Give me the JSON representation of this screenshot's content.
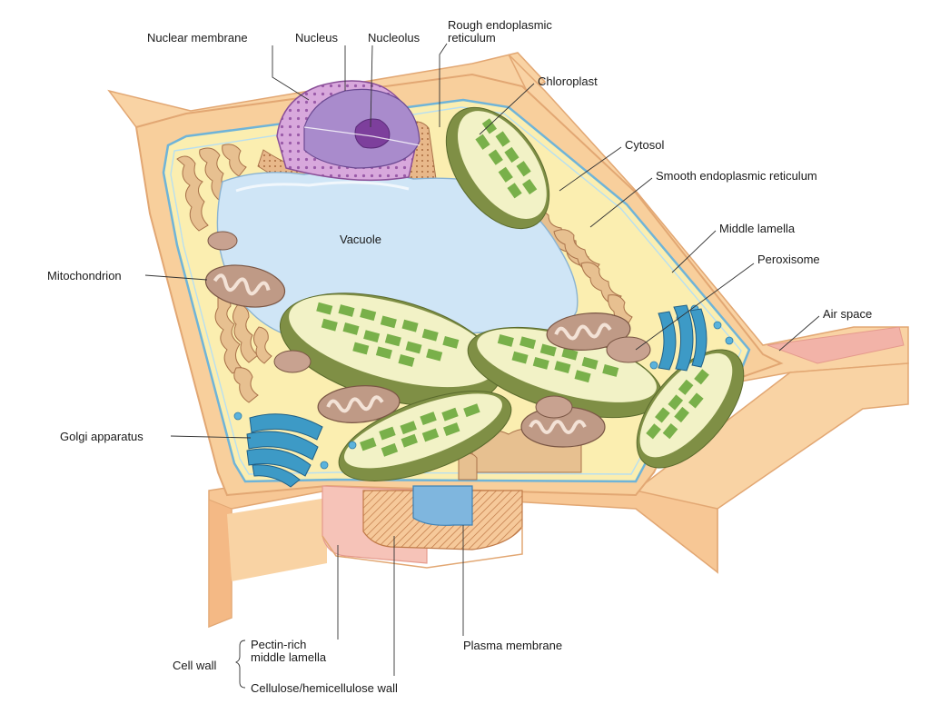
{
  "labels": {
    "nuclear_membrane": "Nuclear membrane",
    "nucleus": "Nucleus",
    "nucleolus": "Nucleolus",
    "rough_er_line1": "Rough endoplasmic",
    "rough_er_line2": "reticulum",
    "chloroplast": "Chloroplast",
    "cytosol": "Cytosol",
    "smooth_er": "Smooth endoplasmic reticulum",
    "middle_lamella": "Middle lamella",
    "peroxisome": "Peroxisome",
    "air_space": "Air space",
    "vacuole": "Vacuole",
    "mitochondrion": "Mitochondrion",
    "golgi_apparatus": "Golgi apparatus",
    "cell_wall": "Cell wall",
    "pectin_line1": "Pectin-rich",
    "pectin_line2": "middle lamella",
    "cellulose_wall": "Cellulose/hemicellulose wall",
    "plasma_membrane": "Plasma membrane"
  },
  "colors": {
    "cell_wall": "#f8cf9c",
    "cell_wall_edge": "#e2a773",
    "air_space": "#f2b3a8",
    "cytosol": "#fbeeb0",
    "plasma_membrane": "#8fc6e2",
    "vacuole": "#cfe5f6",
    "nucleus": "#a98bcc",
    "nuclear_envelope": "#d6a8da",
    "nucleolus": "#7d3f9c",
    "chloroplast_outer": "#7f8f45",
    "chloroplast_inner": "#f2f2c6",
    "thylakoid": "#79b04a",
    "mitochondrion": "#bf9a86",
    "golgi": "#3d9ac6",
    "er": "#e7c090"
  }
}
